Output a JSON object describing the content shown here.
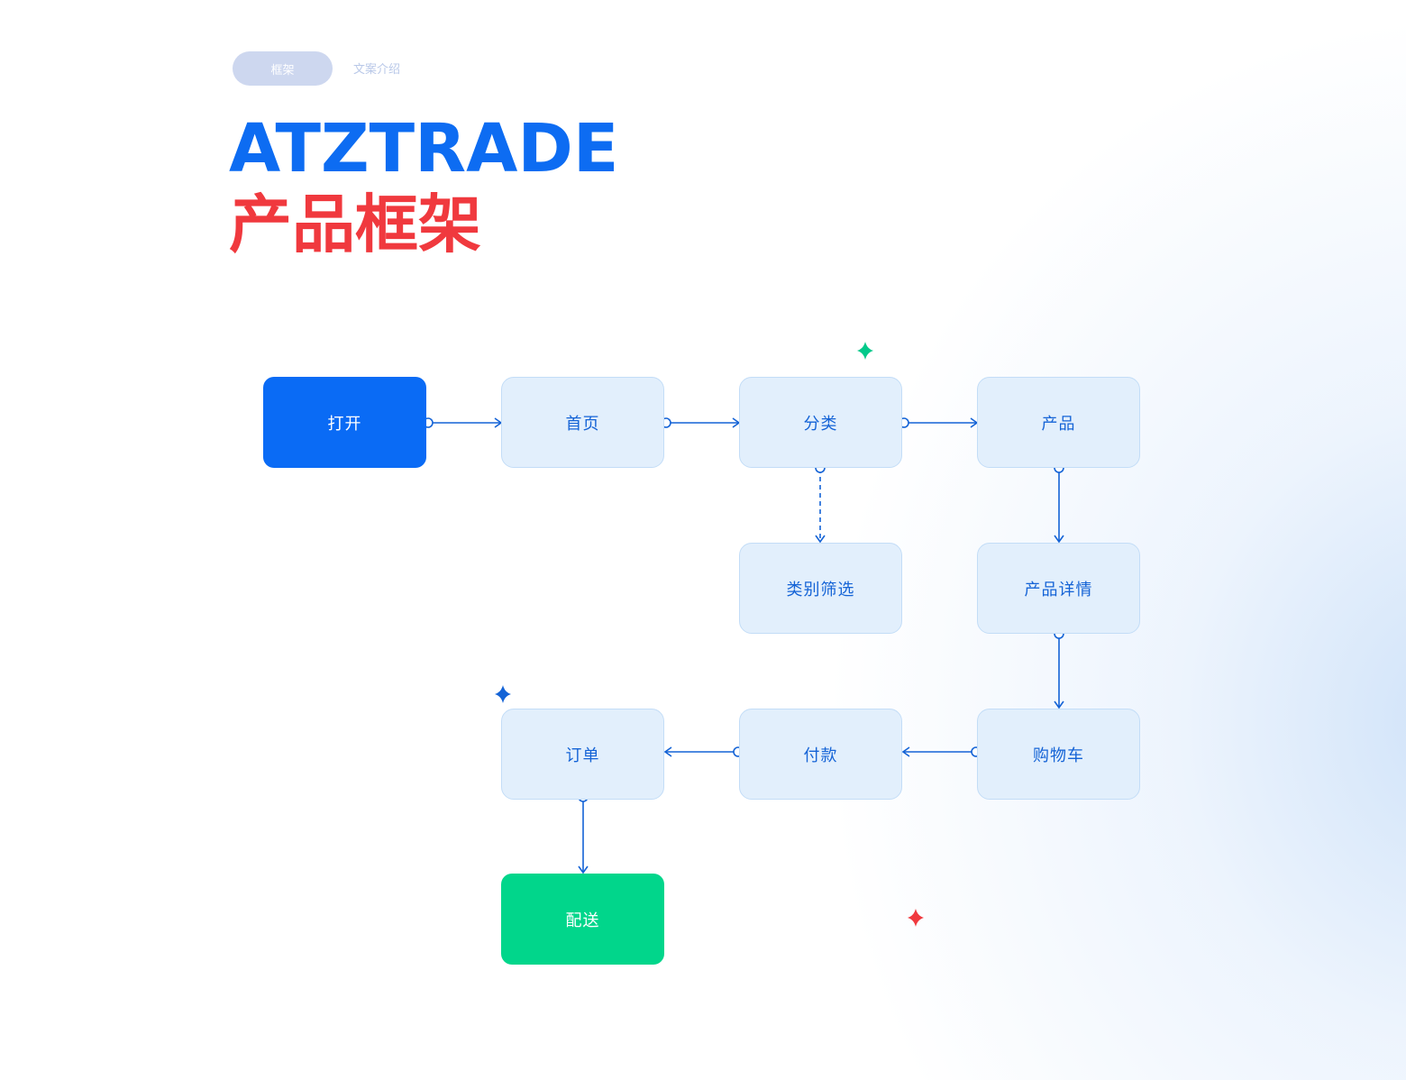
{
  "header": {
    "tab_active": "框架",
    "tab_inactive": "文案介绍",
    "title_en": "ATZTRADE",
    "title_cn": "产品框架"
  },
  "nodes": {
    "open": "打开",
    "home": "首页",
    "category": "分类",
    "product": "产品",
    "category_filter": "类别筛选",
    "product_detail": "产品详情",
    "cart": "购物车",
    "payment": "付款",
    "order": "订单",
    "delivery": "配送"
  },
  "colors": {
    "blue": "#0a6bf5",
    "red": "#f0393e",
    "green": "#01d68b",
    "node_fill": "#e2effc",
    "connector": "#1463d6"
  }
}
